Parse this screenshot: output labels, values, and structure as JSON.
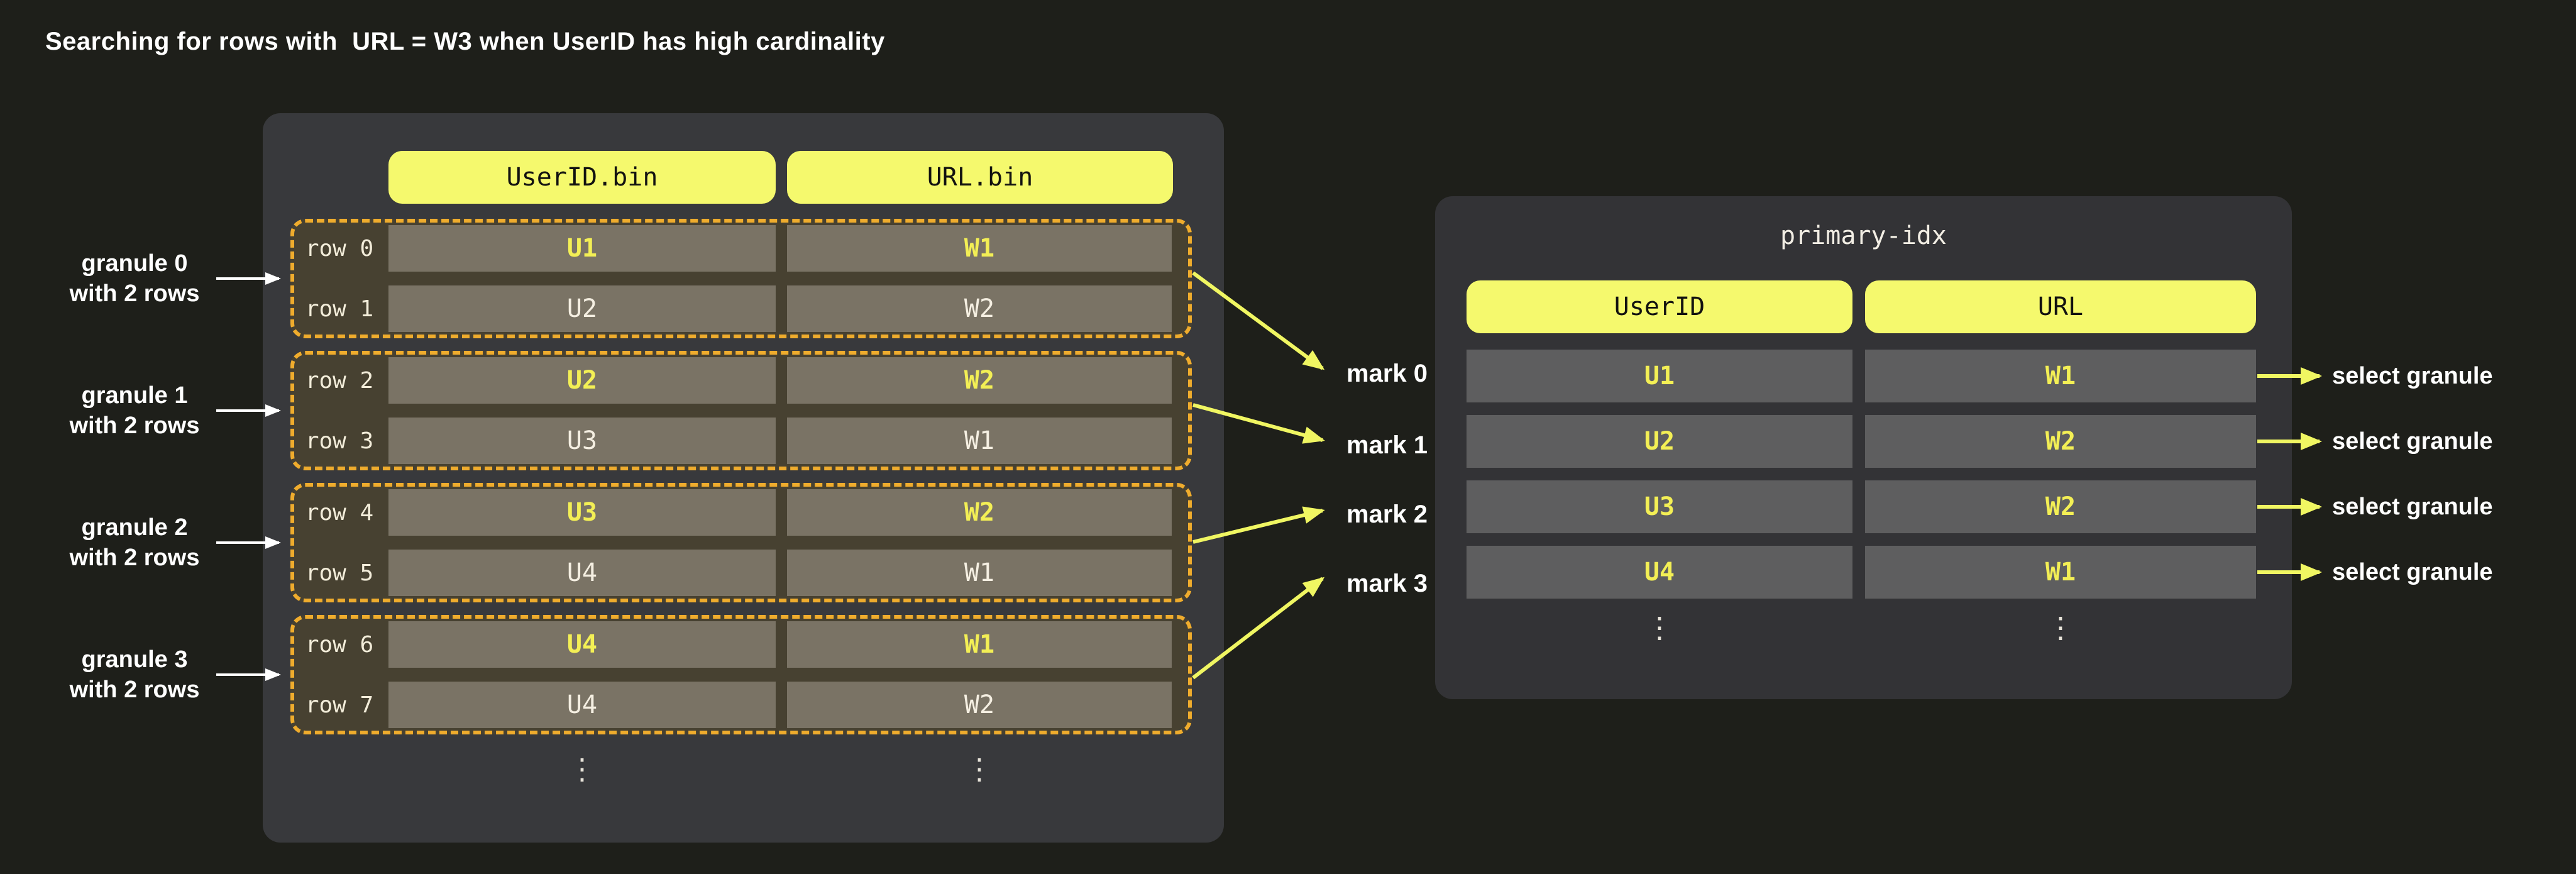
{
  "title": "Searching for rows with  URL = W3 when UserID has high cardinality",
  "colors": {
    "page_background": "#1e1f1a",
    "left_panel": "#38393c",
    "right_panel": "#333336",
    "pill_yellow": "#f5f96d",
    "granule_dash_gold": "#efac2d",
    "granule_fill": "#474131",
    "bin_cell": "#7a7365",
    "idx_cell": "#5e5e5f",
    "highlight_text_yellow": "#f3ef55",
    "arrow_yellow": "#f0f662",
    "arrow_white": "#ffffff"
  },
  "bin_table": {
    "headers": [
      "UserID.bin",
      "URL.bin"
    ],
    "granules": [
      {
        "label": [
          "granule 0",
          "with 2 rows"
        ],
        "mark": "mark 0",
        "rows": [
          {
            "label": "row 0",
            "values": [
              "U1",
              "W1"
            ]
          },
          {
            "label": "row 1",
            "values": [
              "U2",
              "W2"
            ]
          }
        ]
      },
      {
        "label": [
          "granule 1",
          "with 2 rows"
        ],
        "mark": "mark 1",
        "rows": [
          {
            "label": "row 2",
            "values": [
              "U2",
              "W2"
            ]
          },
          {
            "label": "row 3",
            "values": [
              "U3",
              "W1"
            ]
          }
        ]
      },
      {
        "label": [
          "granule 2",
          "with 2 rows"
        ],
        "mark": "mark 2",
        "rows": [
          {
            "label": "row 4",
            "values": [
              "U3",
              "W2"
            ]
          },
          {
            "label": "row 5",
            "values": [
              "U4",
              "W1"
            ]
          }
        ]
      },
      {
        "label": [
          "granule 3",
          "with 2 rows"
        ],
        "mark": "mark 3",
        "rows": [
          {
            "label": "row 6",
            "values": [
              "U4",
              "W1"
            ]
          },
          {
            "label": "row 7",
            "values": [
              "U4",
              "W2"
            ]
          }
        ]
      }
    ],
    "ellipsis": "⋮"
  },
  "index_table": {
    "title": "primary-idx",
    "headers": [
      "UserID",
      "URL"
    ],
    "rows": [
      {
        "values": [
          "U1",
          "W1"
        ],
        "action": "select granule"
      },
      {
        "values": [
          "U2",
          "W2"
        ],
        "action": "select granule"
      },
      {
        "values": [
          "U3",
          "W2"
        ],
        "action": "select granule"
      },
      {
        "values": [
          "U4",
          "W1"
        ],
        "action": "select granule"
      }
    ],
    "ellipsis": "⋮"
  }
}
